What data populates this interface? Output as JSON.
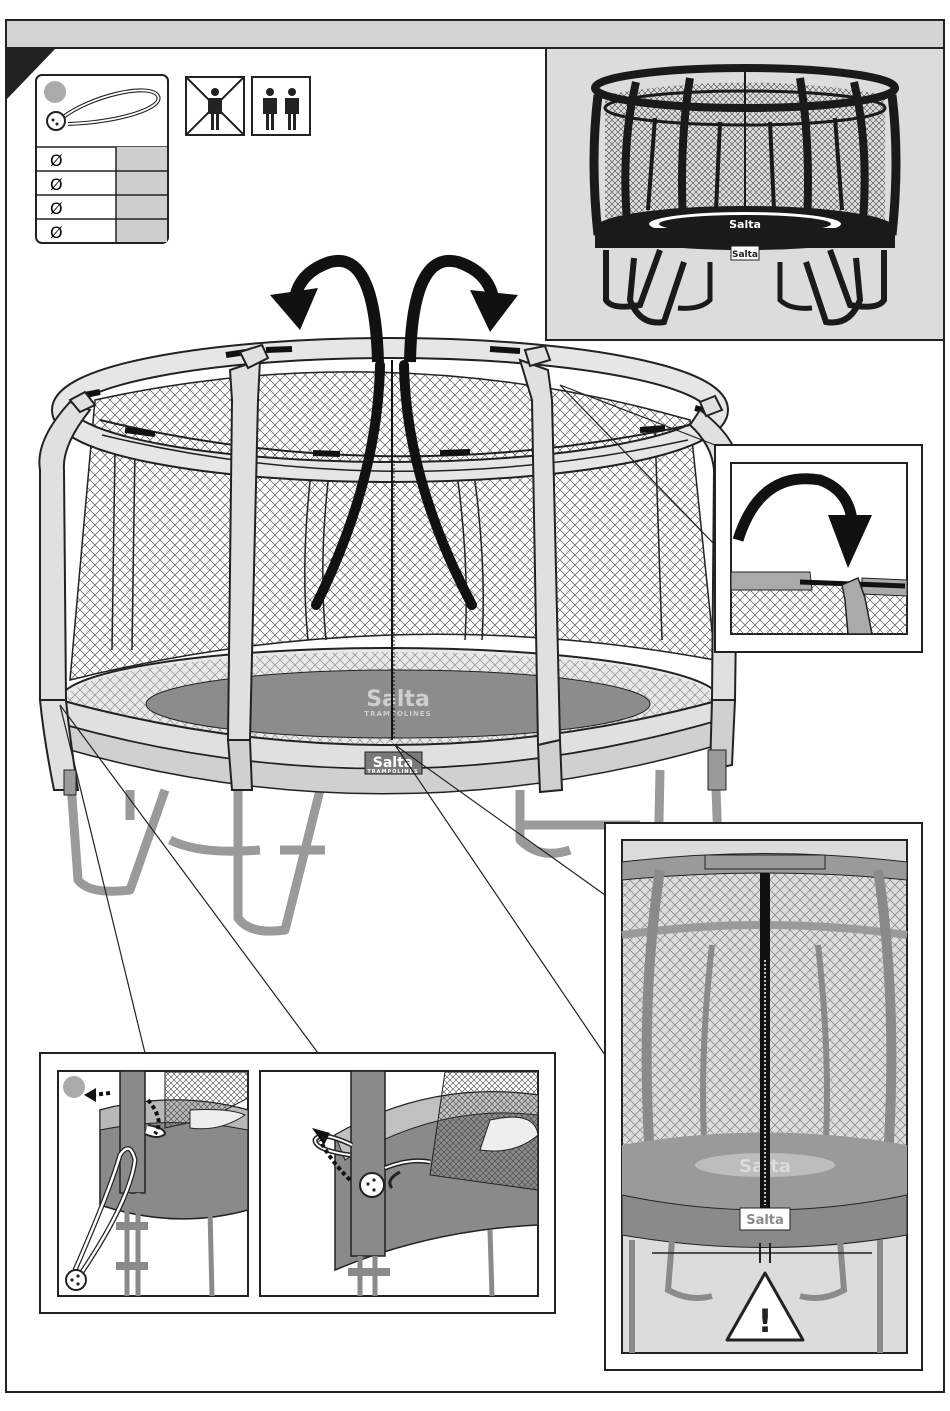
{
  "brand": {
    "main": "Salta",
    "sub": "TRAMPOLINES",
    "color": "#cfcfcf",
    "tag_color": "#7a7a7a"
  },
  "colors": {
    "frame": "#222222",
    "pad": "#d8d8d8",
    "pad_dark": "#8c8c8c",
    "panel": "#dcdcdc",
    "header": "#d4d4d4",
    "door_strap": "#1a1a1a"
  },
  "parts_table": {
    "symbol": "Ø",
    "rows": 4
  },
  "icons": [
    "one-person-crossed-icon",
    "two-persons-icon",
    "warning-triangle-icon",
    "bungee-cord-icon"
  ],
  "warning_symbol": "!"
}
